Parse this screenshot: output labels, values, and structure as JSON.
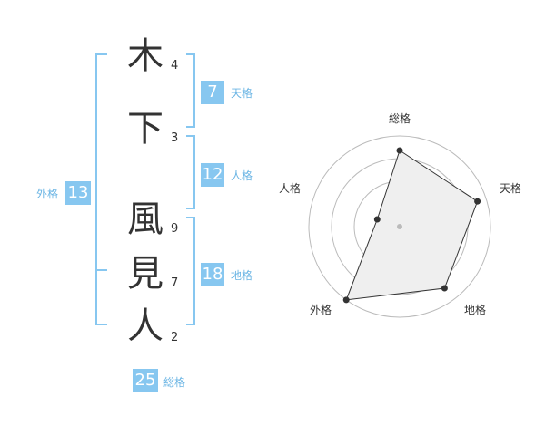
{
  "name_chars": [
    {
      "char": "木",
      "strokes": "4"
    },
    {
      "char": "下",
      "strokes": "3"
    },
    {
      "char": "風",
      "strokes": "9"
    },
    {
      "char": "見",
      "strokes": "7"
    },
    {
      "char": "人",
      "strokes": "2"
    }
  ],
  "kakusu": {
    "tenkaku": {
      "value": "7",
      "label": "天格"
    },
    "jinkaku": {
      "value": "12",
      "label": "人格"
    },
    "chikaku": {
      "value": "18",
      "label": "地格"
    },
    "gaikaku": {
      "value": "13",
      "label": "外格"
    },
    "soukaku": {
      "value": "25",
      "label": "総格"
    }
  },
  "colors": {
    "bracket": "#87c7f0",
    "badge": "#87c7f0",
    "badge_label": "#6bb5e4",
    "radar_fill": "#efefef",
    "radar_line": "#333333",
    "radar_grid": "#bbbbbb"
  },
  "chart_data": {
    "type": "radar",
    "axes": [
      "総格",
      "天格",
      "地格",
      "外格",
      "人格"
    ],
    "range": [
      0,
      5
    ],
    "rings": 4,
    "series": [
      {
        "values": [
          4.2,
          4.5,
          4.2,
          5,
          1.3
        ]
      }
    ]
  }
}
